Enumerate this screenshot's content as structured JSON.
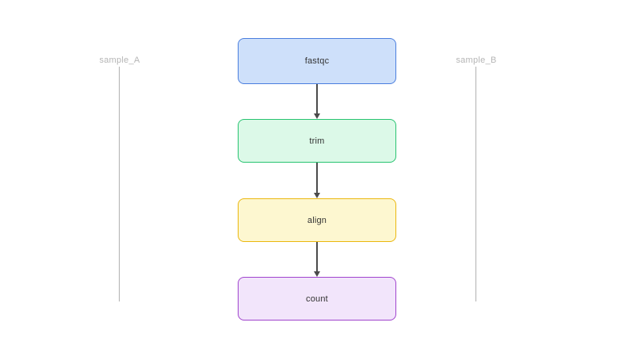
{
  "diagram": {
    "type": "flowchart",
    "direction": "top-to-bottom",
    "lanes": [
      {
        "id": "sample_A",
        "label": "sample_A",
        "side": "left"
      },
      {
        "id": "sample_B",
        "label": "sample_B",
        "side": "right"
      }
    ],
    "nodes": [
      {
        "id": "fastqc",
        "label": "fastqc",
        "fill": "#cee0fa",
        "stroke": "#4a7ede"
      },
      {
        "id": "trim",
        "label": "trim",
        "fill": "#dcf9e8",
        "stroke": "#27c370"
      },
      {
        "id": "align",
        "label": "align",
        "fill": "#fdf7d0",
        "stroke": "#ebb70e"
      },
      {
        "id": "count",
        "label": "count",
        "fill": "#f2e5fb",
        "stroke": "#a044cd"
      }
    ],
    "edges": [
      {
        "from": "fastqc",
        "to": "trim"
      },
      {
        "from": "trim",
        "to": "align"
      },
      {
        "from": "align",
        "to": "count"
      }
    ],
    "colors": {
      "background": "#ffffff",
      "edge": "#4a4a4a",
      "node_text": "#333333",
      "lane_line": "#b0b0b0",
      "lane_label": "#b5b5b5"
    }
  }
}
